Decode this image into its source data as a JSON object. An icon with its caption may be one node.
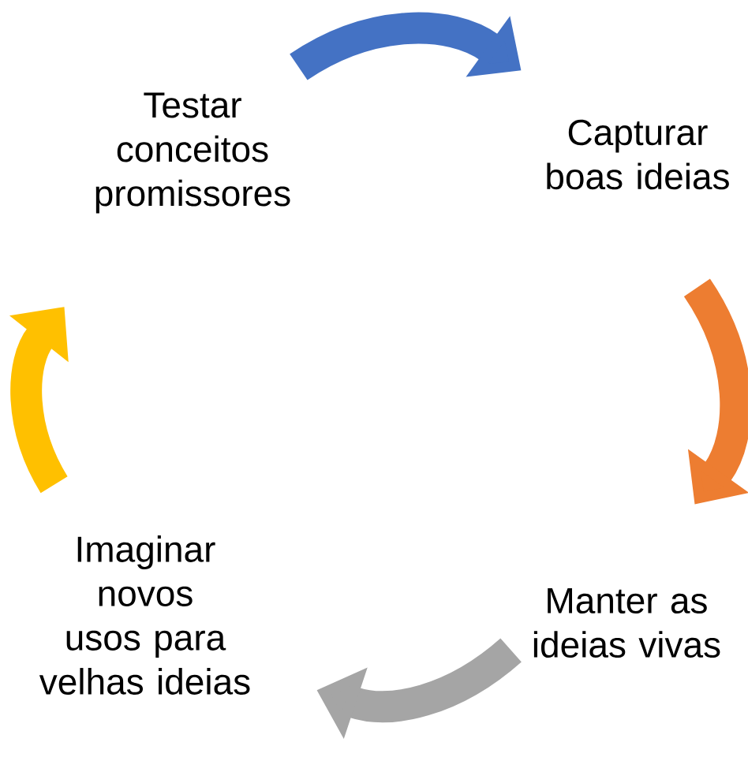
{
  "diagram": {
    "nodes": [
      {
        "text": [
          "Testar conceitos promissores"
        ]
      },
      {
        "text": [
          "Capturar boas ideias"
        ]
      },
      {
        "text": [
          "Imaginar novos usos para velhas ideias"
        ]
      },
      {
        "text": [
          "Manter as ideias vivas"
        ]
      }
    ],
    "edges": [
      {
        "from": 0,
        "to": 1,
        "arrow": "to",
        "color": "#4472c4"
      },
      {
        "from": 1,
        "to": 3,
        "arrow": "to",
        "color": "#ed7d31"
      },
      {
        "from": 3,
        "to": 2,
        "arrow": "to",
        "color": "#a5a5a5"
      },
      {
        "from": 2,
        "to": 0,
        "arrow": "to",
        "color": "#ffc000"
      }
    ]
  }
}
